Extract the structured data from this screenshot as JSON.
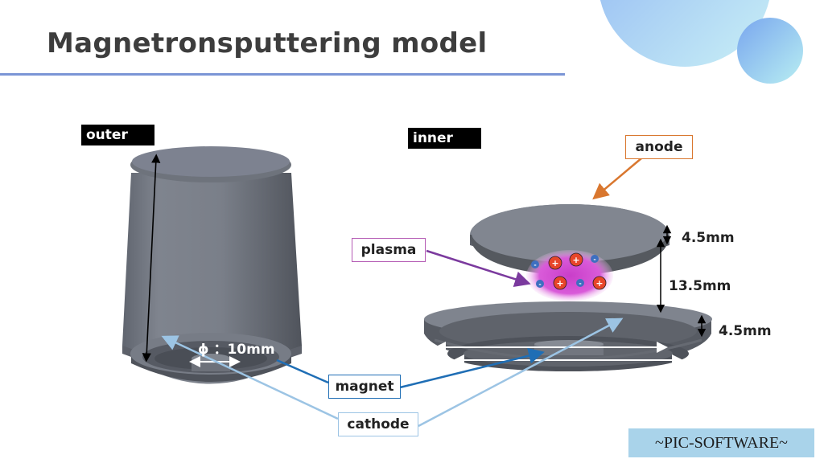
{
  "title": "Magnetronsputtering model",
  "labels": {
    "outer": "outer",
    "inner": "inner",
    "anode": "anode",
    "plasma": "plasma",
    "magnet": "magnet",
    "cathode": "cathode",
    "diameter": "ϕ ：10mm",
    "dim_anode_thickness": "4.5mm",
    "dim_gap": "13.5mm",
    "dim_cathode_thickness": "4.5mm"
  },
  "watermark": "~PIC-SOFTWARE~",
  "colors": {
    "accent_line": "#7b95d6",
    "anode": "#d9772f",
    "plasma": "#7b3a9e",
    "magnet": "#1f6eb5",
    "cathode": "#9cc4e4",
    "plasma_glow": "#d64fd6"
  },
  "particles": {
    "ions": "+",
    "electrons": "-"
  }
}
